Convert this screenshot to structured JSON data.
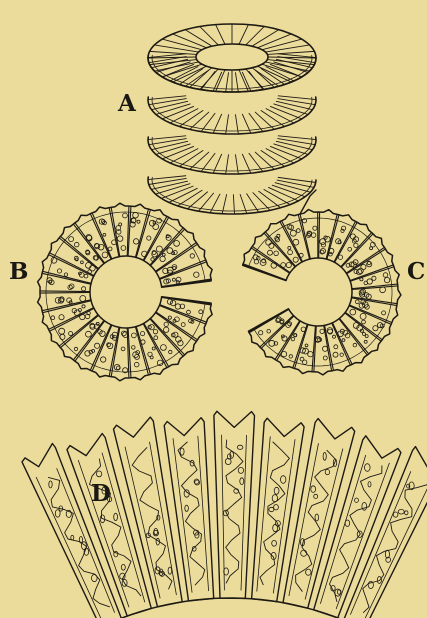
{
  "figure": {
    "labels": {
      "a": "A",
      "b": "B",
      "c": "C",
      "d": "D"
    }
  },
  "colors": {
    "background": "#ecdc9b",
    "ink": "#1d1a14"
  }
}
